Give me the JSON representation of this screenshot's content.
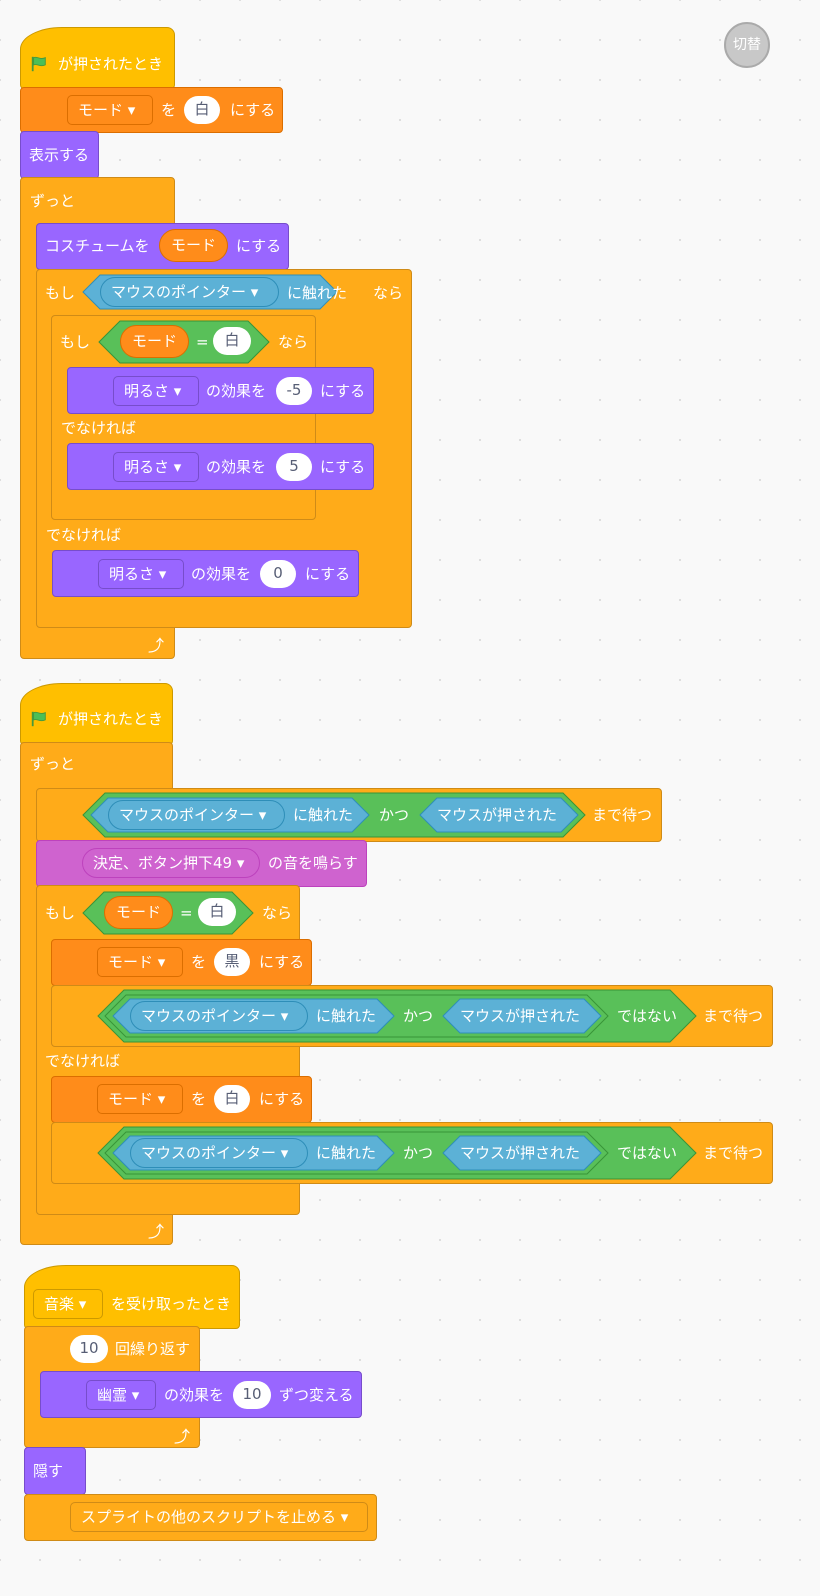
{
  "switch_label": "切替",
  "s1": {
    "hat": "が押されたとき",
    "set_var": {
      "var": "モード",
      "wo": "を",
      "value": "白",
      "suffix": "にする"
    },
    "show": "表示する",
    "forever": "ずっと",
    "costume": {
      "prefix": "コスチュームを",
      "var": "モード",
      "suffix": "にする"
    },
    "if1": {
      "moshi": "もし",
      "sensing": "マウスのポインター",
      "touched": "に触れた",
      "nara": "なら"
    },
    "if2": {
      "moshi": "もし",
      "var": "モード",
      "eq": "=",
      "value": "白",
      "nara": "なら"
    },
    "eff1": {
      "effect": "明るさ",
      "mid": "の効果を",
      "value": "-5",
      "suffix": "にする"
    },
    "else1": "でなければ",
    "eff2": {
      "effect": "明るさ",
      "mid": "の効果を",
      "value": "5",
      "suffix": "にする"
    },
    "else2": "でなければ",
    "eff3": {
      "effect": "明るさ",
      "mid": "の効果を",
      "value": "0",
      "suffix": "にする"
    }
  },
  "s2": {
    "hat": "が押されたとき",
    "forever": "ずっと",
    "wait1": {
      "sensing": "マウスのポインター",
      "touched": "に触れた",
      "and": "かつ",
      "pressed": "マウスが押された",
      "until": "まで待つ"
    },
    "sound": {
      "name": "決定、ボタン押下49",
      "suffix": "の音を鳴らす"
    },
    "if": {
      "moshi": "もし",
      "var": "モード",
      "eq": "=",
      "value": "白",
      "nara": "なら"
    },
    "set_black": {
      "var": "モード",
      "wo": "を",
      "value": "黒",
      "suffix": "にする"
    },
    "wait2": {
      "sensing": "マウスのポインター",
      "touched": "に触れた",
      "and": "かつ",
      "pressed": "マウスが押された",
      "not": "ではない",
      "until": "まで待つ"
    },
    "else": "でなければ",
    "set_white": {
      "var": "モード",
      "wo": "を",
      "value": "白",
      "suffix": "にする"
    },
    "wait3": {
      "sensing": "マウスのポインター",
      "touched": "に触れた",
      "and": "かつ",
      "pressed": "マウスが押された",
      "not": "ではない",
      "until": "まで待つ"
    }
  },
  "s3": {
    "hat": {
      "message": "音楽",
      "suffix": "を受け取ったとき"
    },
    "repeat": {
      "count": "10",
      "suffix": "回繰り返す"
    },
    "ghost": {
      "effect": "幽霊",
      "mid": "の効果を",
      "value": "10",
      "suffix": "ずつ変える"
    },
    "hide": "隠す",
    "stop": "スプライトの他のスクリプトを止める"
  },
  "colors": {
    "events": "#ffbf00",
    "control": "#ffab19",
    "looks": "#9966ff",
    "variables": "#ff8c1a",
    "sound": "#cf63cf",
    "sensing": "#5cb1d6",
    "operators": "#59c059"
  }
}
